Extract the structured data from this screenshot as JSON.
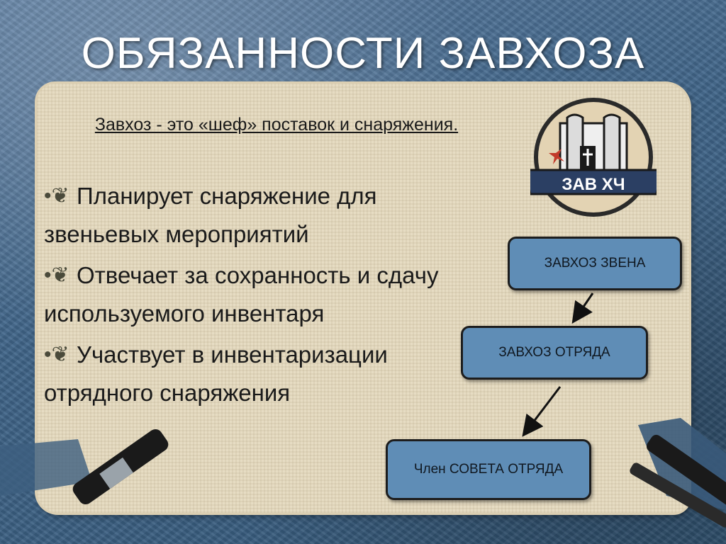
{
  "title": "ОБЯЗАННОСТИ ЗАВХОЗА",
  "intro": "Завхоз - это «шеф» поставок и снаряжения.",
  "bullets": [
    "Планирует снаряжение для звеньевых мероприятий",
    "Отвечает за сохранность и сдачу используемого инвентаря",
    "Участвует в инвентаризации отрядного снаряжения"
  ],
  "logo": {
    "text": "ЗАВ ХЧ"
  },
  "hierarchy": [
    "ЗАВХОЗ ЗВЕНА",
    "ЗАВХОЗ ОТРЯДА",
    "Член СОВЕТА ОТРЯДА"
  ],
  "colors": {
    "box_fill": "#5f8db6",
    "paper": "#e6dcc3",
    "background": "#3f6488"
  },
  "icons": {
    "bullet": "curl-bullet-icon"
  }
}
